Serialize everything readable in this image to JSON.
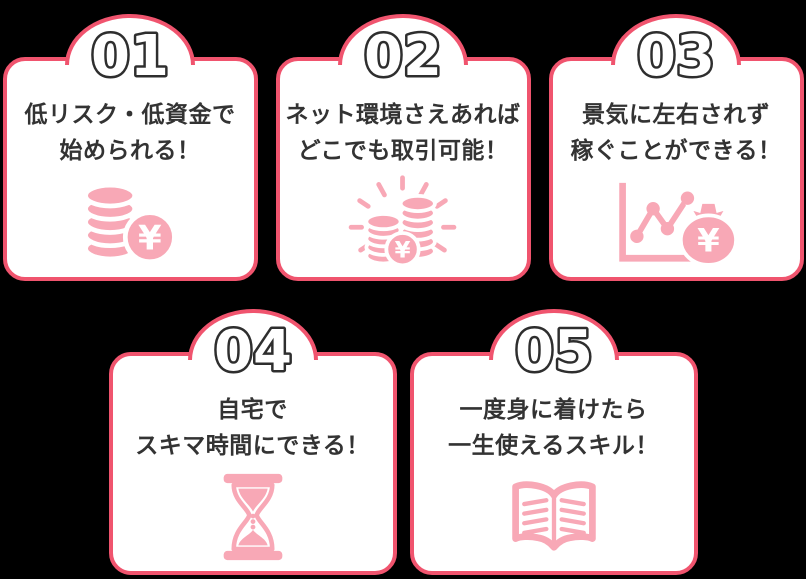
{
  "colors": {
    "accent": "#f0546e",
    "card_bg": "#ffffff",
    "icon_pink": "#f8a8b6",
    "text": "#333333",
    "number_fill": "#ffffff",
    "number_outline": "#2e2e2e",
    "background": "#000000"
  },
  "cards": [
    {
      "number": "01",
      "line1": "低リスク・低資金で",
      "line2": "始められる！",
      "icon": "coin-stack-yen"
    },
    {
      "number": "02",
      "line1": "ネット環境さえあれば",
      "line2": "どこでも取引可能！",
      "icon": "coins-sparkle-yen"
    },
    {
      "number": "03",
      "line1": "景気に左右されず",
      "line2": "稼ぐことができる！",
      "icon": "chart-money-bag"
    },
    {
      "number": "04",
      "line1": "自宅で",
      "line2": "スキマ時間にできる！",
      "icon": "hourglass"
    },
    {
      "number": "05",
      "line1": "一度身に着けたら",
      "line2": "一生使えるスキル！",
      "icon": "open-book"
    }
  ],
  "symbols": {
    "yen": "¥"
  }
}
